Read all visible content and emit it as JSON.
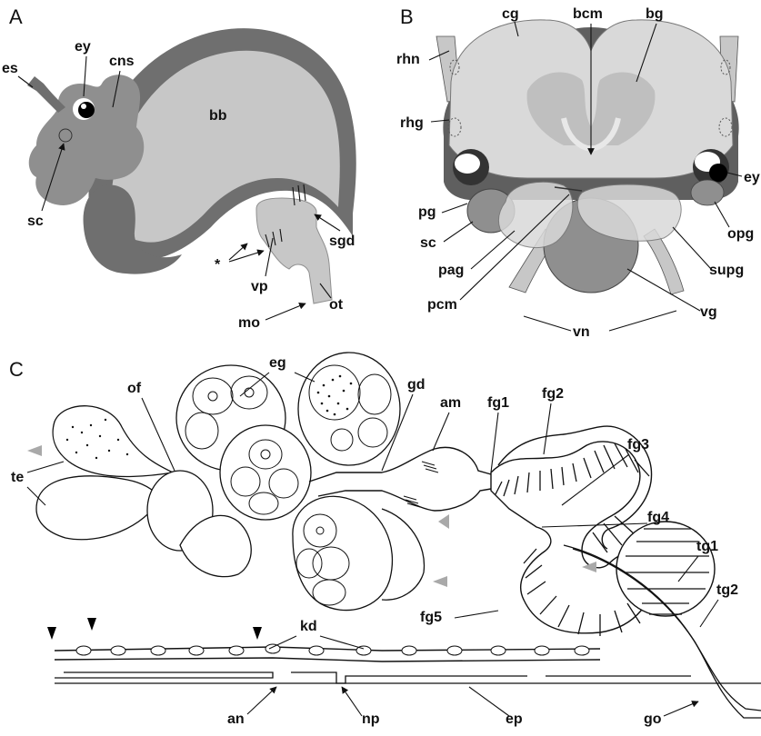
{
  "panels": {
    "A": {
      "letter": "A",
      "labels": {
        "es": "es",
        "ey": "ey",
        "cns": "cns",
        "bb": "bb",
        "sc": "sc",
        "star": "*",
        "vp": "vp",
        "sgd": "sgd",
        "mo": "mo",
        "ot": "ot"
      }
    },
    "B": {
      "letter": "B",
      "labels": {
        "cg": "cg",
        "bcm": "bcm",
        "bg": "bg",
        "rhn": "rhn",
        "rhg": "rhg",
        "pg": "pg",
        "sc": "sc",
        "pag": "pag",
        "pcm": "pcm",
        "ey": "ey",
        "opg": "opg",
        "supg": "supg",
        "vg": "vg",
        "vn": "vn"
      }
    },
    "C": {
      "letter": "C",
      "labels": {
        "of": "of",
        "eg": "eg",
        "gd": "gd",
        "am": "am",
        "fg1": "fg1",
        "fg2": "fg2",
        "fg3": "fg3",
        "fg4": "fg4",
        "fg5": "fg5",
        "te": "te",
        "tg1": "tg1",
        "tg2": "tg2",
        "kd": "kd",
        "an": "an",
        "np": "np",
        "ep": "ep",
        "go": "go"
      }
    }
  },
  "colors": {
    "dark_gray": "#6f6f6f",
    "mid_gray": "#8f8f8f",
    "light_gray": "#c7c7c7",
    "lighter_gray": "#d9d9d9",
    "arrowhead_gray": "#a9a9a9"
  }
}
